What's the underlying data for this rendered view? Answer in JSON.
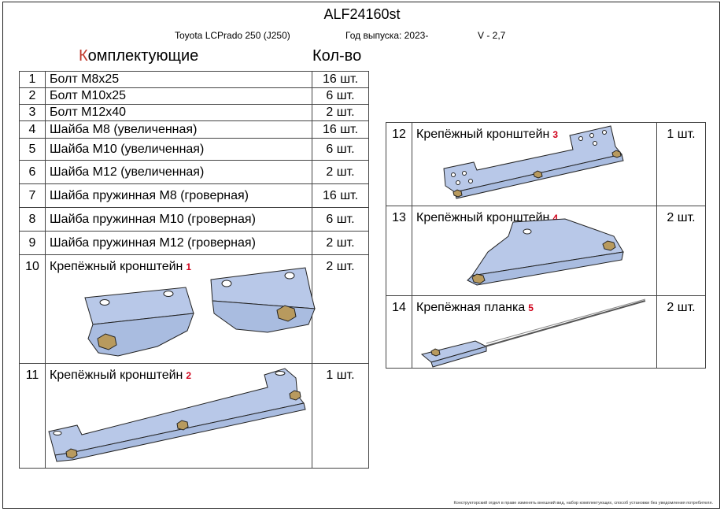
{
  "title": "ALF24160st",
  "vehicle": "Toyota LCPrado 250 (J250)",
  "year": "Год выпуска: 2023-",
  "engine": "V - 2,7",
  "header": {
    "komp_first": "К",
    "komp_rest": "омплектующие",
    "qty": "Кол-во"
  },
  "items": [
    {
      "n": "1",
      "name": "Болт М8х25",
      "qty": "16 шт."
    },
    {
      "n": "2",
      "name": "Болт М10х25",
      "qty": "6 шт."
    },
    {
      "n": "3",
      "name": "Болт М12х40",
      "qty": "2 шт."
    },
    {
      "n": "4",
      "name": "Шайба М8 (увеличенная)",
      "qty": "16 шт."
    },
    {
      "n": "5",
      "name": "Шайба М10 (увеличенная)",
      "qty": "6 шт."
    },
    {
      "n": "6",
      "name": "Шайба М12 (увеличенная)",
      "qty": "2 шт."
    },
    {
      "n": "7",
      "name": "Шайба пружинная М8 (гроверная)",
      "qty": "16 шт."
    },
    {
      "n": "8",
      "name": "Шайба пружинная М10 (гроверная)",
      "qty": "6 шт."
    },
    {
      "n": "9",
      "name": "Шайба пружинная М12 (гроверная)",
      "qty": "2 шт."
    },
    {
      "n": "10",
      "name": "Крепёжный кронштейн",
      "mark": "1",
      "qty": "2 шт."
    },
    {
      "n": "11",
      "name": "Крепёжный кронштейн",
      "mark": "2",
      "qty": "1 шт."
    },
    {
      "n": "12",
      "name": "Крепёжный кронштейн",
      "mark": "3",
      "qty": "1 шт."
    },
    {
      "n": "13",
      "name": "Крепёжный кронштейн",
      "mark": "4",
      "qty": "2 шт."
    },
    {
      "n": "14",
      "name": "Крепёжная планка",
      "mark": "5",
      "qty": "2 шт."
    }
  ],
  "footer": "Конструкторский отдел в праве изменять внешний вид, набор комплектующих, способ установки без уведомления потребителя.",
  "colors": {
    "part_fill": "#b8c8e8",
    "nut_fill": "#b89a5e",
    "mark_red": "#d0021b"
  }
}
